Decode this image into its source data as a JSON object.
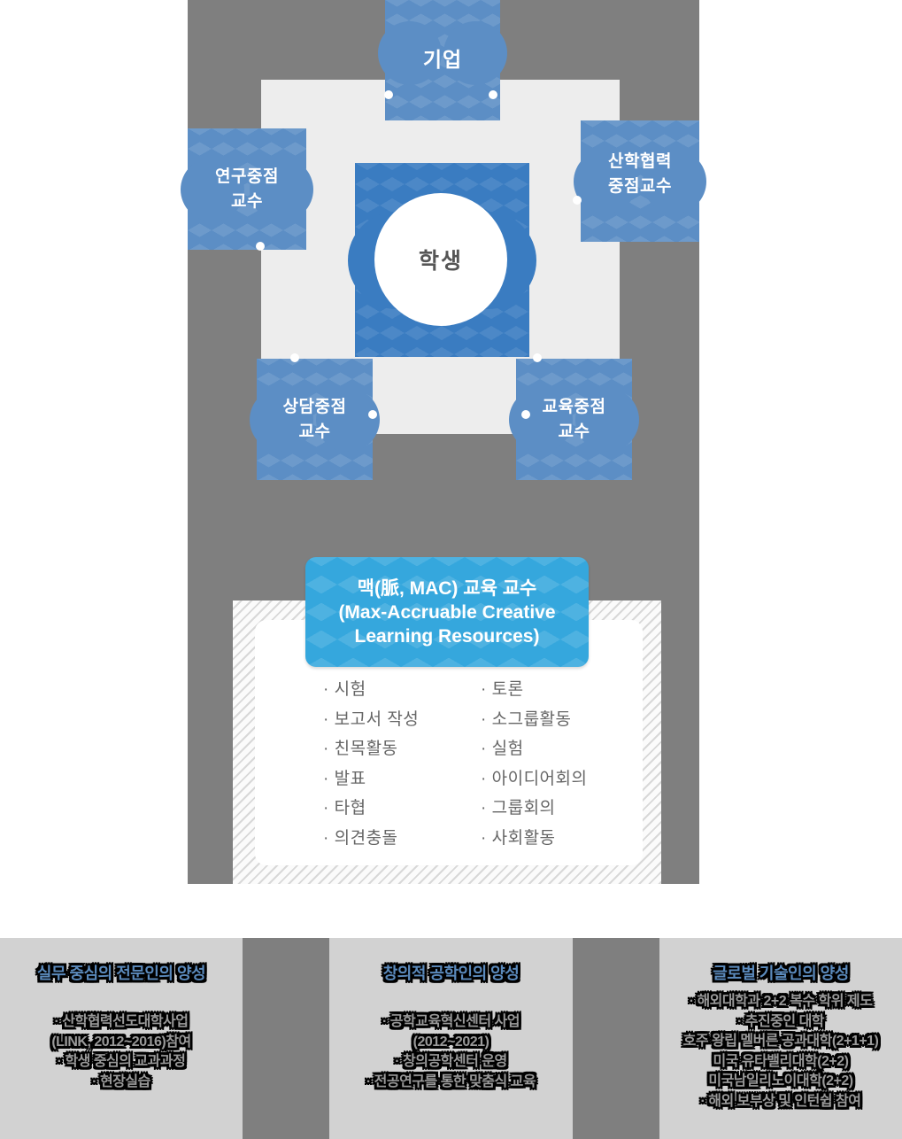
{
  "colors": {
    "diagram_background": "#7f7f7f",
    "inner_panel": "#ededed",
    "node_blue": "#5c8ec5",
    "student_blue": "#3a7cc1",
    "mac_blue": "#35a7dd",
    "footer_column_gray": "#d2d2d2",
    "footer_title_blue": "#5b8abc",
    "footer_body_gray": "#9a9a9a",
    "list_text_gray": "#666666"
  },
  "diagram": {
    "nodes": {
      "company": {
        "label": "기업"
      },
      "research": {
        "line1": "연구중점",
        "line2": "교수"
      },
      "industry": {
        "line1": "산학협력",
        "line2": "중점교수"
      },
      "student": {
        "label": "학생"
      },
      "counsel": {
        "line1": "상담중점",
        "line2": "교수"
      },
      "education": {
        "line1": "교육중점",
        "line2": "교수"
      }
    },
    "mac": {
      "title_line1": "맥(脈, MAC) 교육 교수",
      "title_line2": "(Max-Accruable Creative",
      "title_line3": "Learning Resources)",
      "activities_left": [
        "· 시험",
        "· 보고서 작성",
        "· 친목활동",
        "· 발표",
        "· 타협",
        "· 의견충돌"
      ],
      "activities_right": [
        "· 토론",
        "· 소그룹활동",
        "· 실험",
        "· 아이디어회의",
        "· 그룹회의",
        "· 사회활동"
      ]
    }
  },
  "footer": {
    "columns": [
      {
        "title": "실무 중심의 전문인의 양성",
        "lines": [
          "· 산학협력선도대학사업",
          "(LINK, 2012~2016)참여",
          "· 학생 중심의 교과과정",
          "· 현장실습"
        ]
      },
      {
        "title": "창의적 공학인의 양성",
        "lines": [
          "· 공학교육혁신센터 사업",
          "(2012~2021)",
          "· 창의공학센터 운영",
          "· 전공연구를 통한 맞춤식 교육"
        ]
      },
      {
        "title": "글로벌 기술인의 양성",
        "lines": [
          "· 해외대학과 2+2 복수 학위 제도",
          "· 추진중인 대학",
          "호주 왕립 멜버른 공과대학(2+1+1)",
          "미국 유타밸리대학(2+2)",
          "미국남일리노이대학(2+2)",
          "· 해외 보부상 및 인턴쉽 참여"
        ]
      }
    ]
  }
}
